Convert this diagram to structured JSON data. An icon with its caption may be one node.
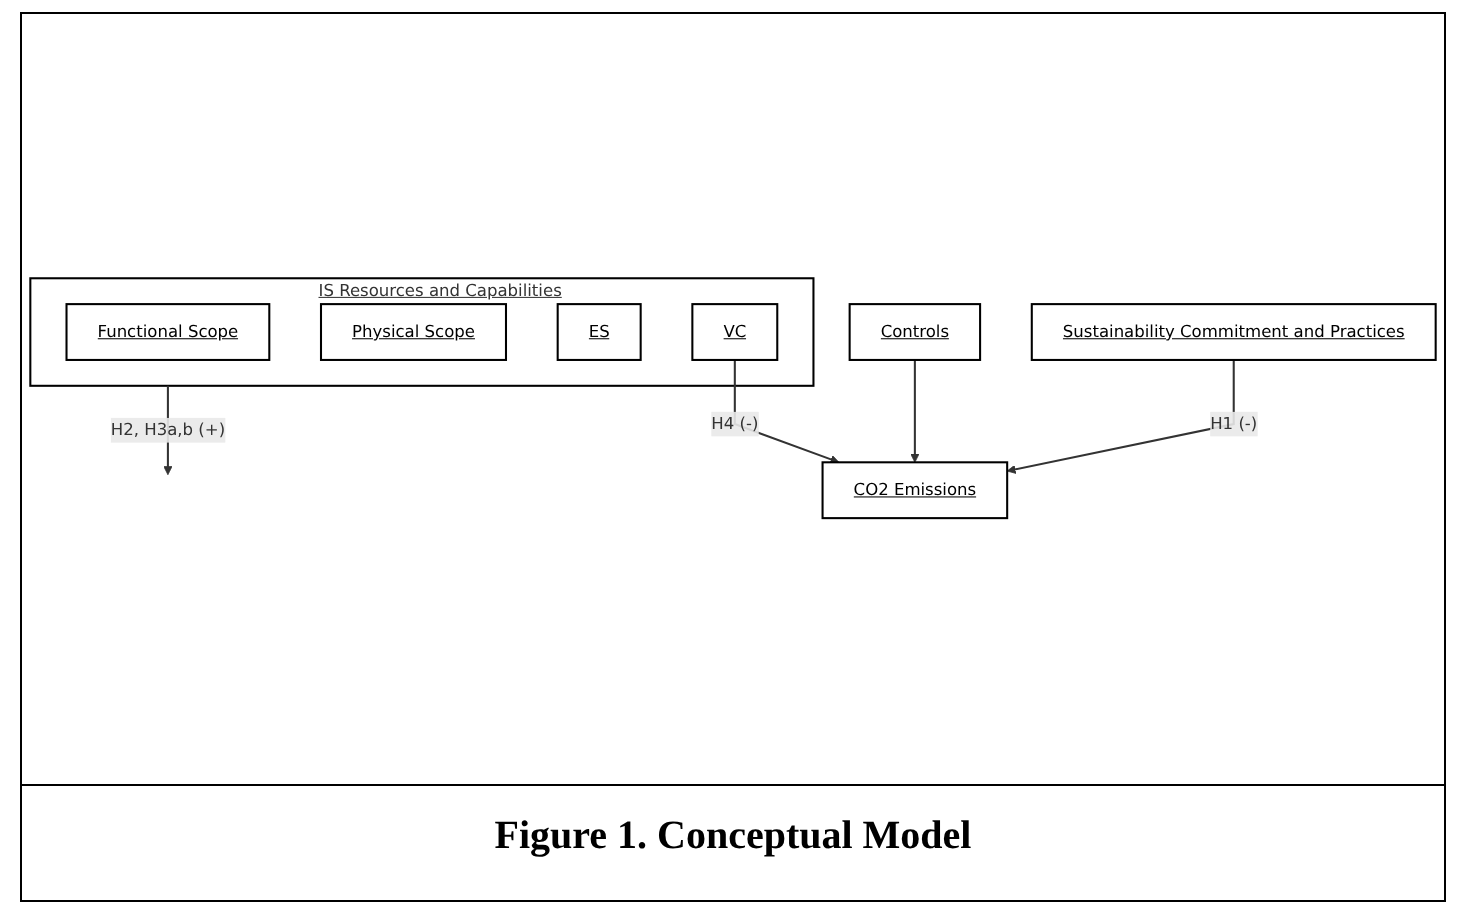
{
  "diagram": {
    "caption": "Figure 1.  Conceptual Model",
    "nodes": [
      {
        "text": [
          "IS Resources and Capabilities"
        ]
      },
      {
        "text": [
          "Functional Scope"
        ],
        "in": 0
      },
      {
        "text": [
          "Physical Scope"
        ],
        "in": 0
      },
      {
        "text": [
          "ES"
        ],
        "in": 0
      },
      {
        "text": [
          "VC"
        ],
        "in": 0
      },
      {
        "text": [
          "Controls"
        ]
      },
      {
        "text": [
          "Sustainability Commitment and Practices"
        ]
      },
      {
        "text": [
          "CO2 Emissions"
        ]
      }
    ],
    "edges": [
      {
        "from": 6,
        "to": 7,
        "arrow": "to",
        "label": "H1  (-)"
      },
      {
        "from": 0,
        "to": null,
        "arrow": "to",
        "label": "H2, H3a,b (+)"
      },
      {
        "from": 4,
        "to": 7,
        "arrow": "to",
        "label": "H4 (-)"
      },
      {
        "from": 5,
        "to": 7,
        "arrow": "to"
      }
    ]
  }
}
